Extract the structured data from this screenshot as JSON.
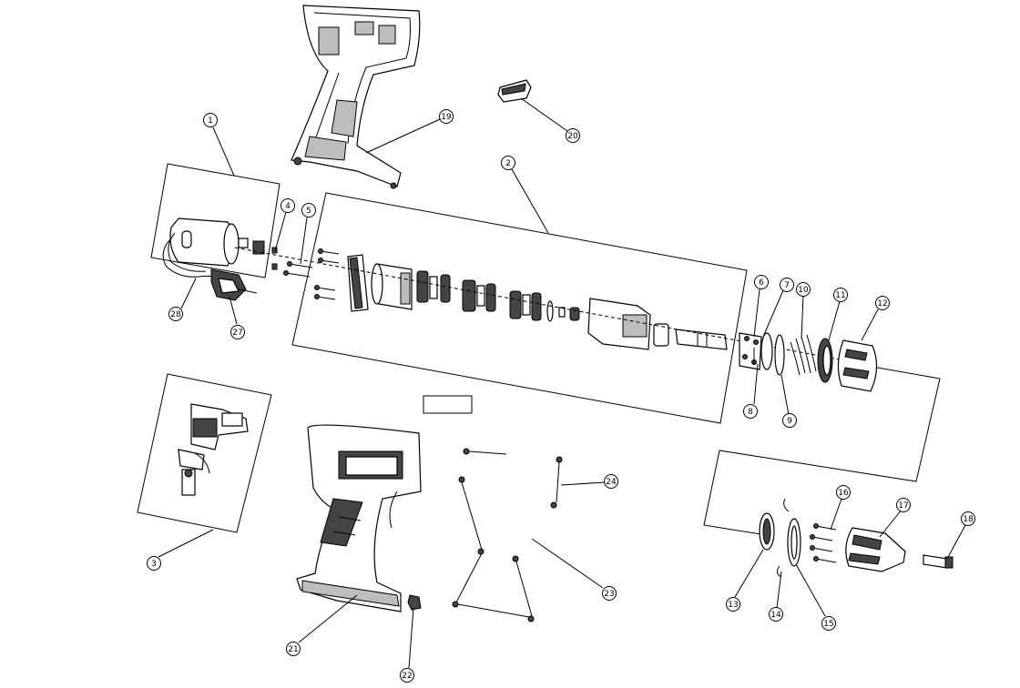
{
  "diagram": {
    "callouts": [
      {
        "id": "c1",
        "label": "1"
      },
      {
        "id": "c2",
        "label": "2"
      },
      {
        "id": "c3",
        "label": "3"
      },
      {
        "id": "c4",
        "label": "4"
      },
      {
        "id": "c5",
        "label": "5"
      },
      {
        "id": "c6",
        "label": "6"
      },
      {
        "id": "c7",
        "label": "7"
      },
      {
        "id": "c8",
        "label": "8"
      },
      {
        "id": "c9",
        "label": "9"
      },
      {
        "id": "c10",
        "label": "10"
      },
      {
        "id": "c11",
        "label": "11"
      },
      {
        "id": "c12",
        "label": "12"
      },
      {
        "id": "c13",
        "label": "13"
      },
      {
        "id": "c14",
        "label": "14"
      },
      {
        "id": "c15",
        "label": "15"
      },
      {
        "id": "c16",
        "label": "16"
      },
      {
        "id": "c17",
        "label": "17"
      },
      {
        "id": "c18",
        "label": "18"
      },
      {
        "id": "c19",
        "label": "19"
      },
      {
        "id": "c20",
        "label": "20"
      },
      {
        "id": "c21",
        "label": "21"
      },
      {
        "id": "c22",
        "label": "22"
      },
      {
        "id": "c23",
        "label": "23"
      },
      {
        "id": "c24",
        "label": "24"
      },
      {
        "id": "c27",
        "label": "27"
      },
      {
        "id": "c28",
        "label": "28"
      }
    ]
  }
}
